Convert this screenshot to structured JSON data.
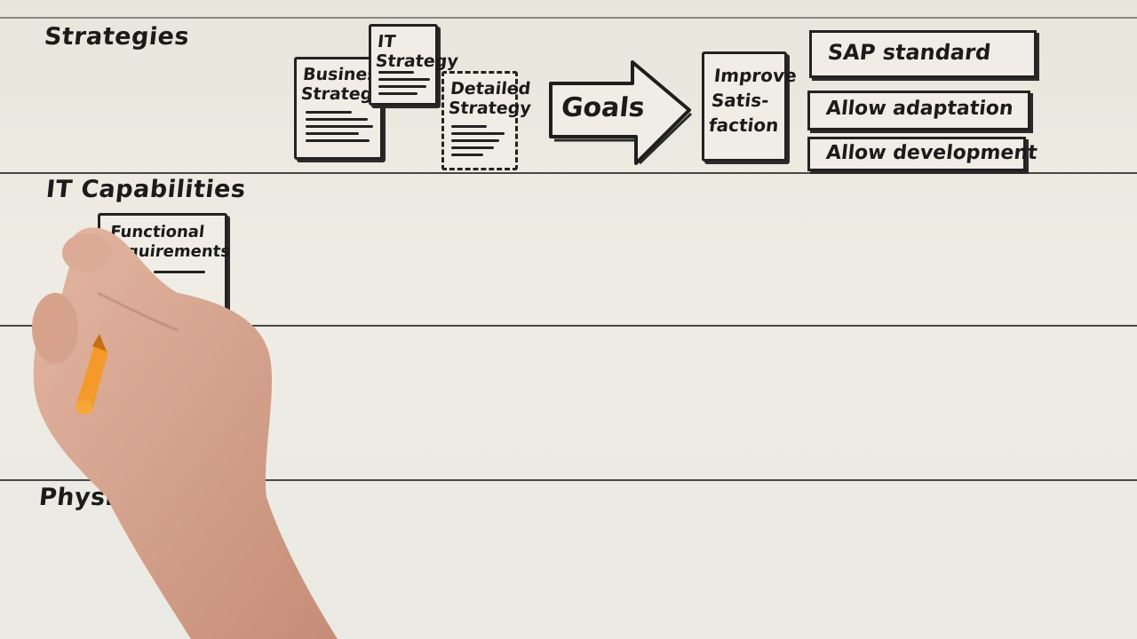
{
  "lanes": [
    {
      "label": "Strategies"
    },
    {
      "label": "IT Capabilities"
    },
    {
      "label": ""
    },
    {
      "label": "Physi"
    }
  ],
  "documents": {
    "business": "Business Strategy",
    "it": "IT Strategy",
    "detailed": "Detailed Strategy"
  },
  "arrow": {
    "label": "Goals"
  },
  "objective": {
    "label": "Improve Satis-faction"
  },
  "options": [
    "SAP standard",
    "Allow adaptation",
    "Allow development"
  ],
  "capability_box": {
    "label": "Functional requirements"
  },
  "colors": {
    "ink": "#222222",
    "board": "#eceae2",
    "pen": "#f39a2a",
    "skin": "#d9a993"
  }
}
